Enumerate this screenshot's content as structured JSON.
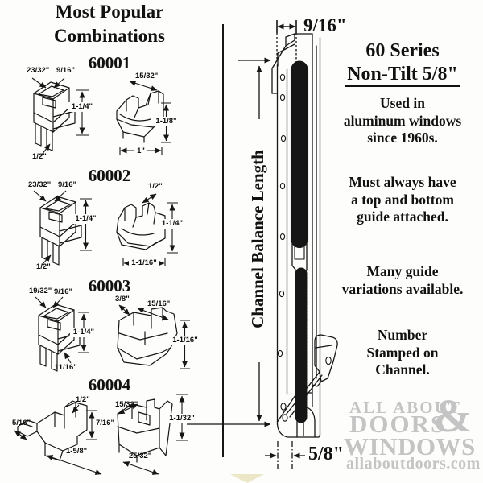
{
  "page": {
    "background": "#fdfdfb",
    "line_color": "#161616"
  },
  "left_panel": {
    "title": {
      "line1": "Most Popular",
      "line2": "Combinations"
    },
    "combos": [
      {
        "part_number": "60001",
        "dims": {
          "d1": "23/32\"",
          "d2": "9/16\"",
          "d3": "1-1/4\"",
          "d4": "1/2\"",
          "d5": "15/32\"",
          "d6": "1-1/8\"",
          "d7": "1\""
        }
      },
      {
        "part_number": "60002",
        "dims": {
          "d1": "23/32\"",
          "d2": "9/16\"",
          "d3": "1-1/4\"",
          "d4": "1/2\"",
          "d5": "1/2\"",
          "d6": "1-1/4\"",
          "d7": "1-1/16\""
        }
      },
      {
        "part_number": "60003",
        "dims": {
          "d1": "19/32\"",
          "d2": "9/16\"",
          "d3": "1-1/4\"",
          "d4": "11/16\"",
          "d5": "3/8\"",
          "d6": "1-1/16\"",
          "d7": "15/16\""
        }
      },
      {
        "part_number": "60004",
        "dims": {
          "d1": "1/2\"",
          "d2": "5/16\"",
          "d3": "7/16\"",
          "d4": "1-5/8\"",
          "d5": "15/32\"",
          "d6": "1-1/32\"",
          "d7": "25/32\""
        }
      }
    ]
  },
  "diagram": {
    "top_width": "9/16\"",
    "length_label": "Channel Balance Length",
    "bottom_width": "5/8\""
  },
  "header": {
    "series": "60 Series",
    "model": "Non-Tilt 5/8\""
  },
  "info_panel": {
    "notes": [
      {
        "lines": [
          "Used in",
          "aluminum windows",
          "since 1960s."
        ]
      },
      {
        "lines": [
          "Must always have",
          "a top and bottom",
          "guide attached."
        ]
      },
      {
        "lines": [
          "Many guide",
          "variations available."
        ]
      },
      {
        "lines": [
          "Number",
          "Stamped on",
          "Channel."
        ]
      }
    ]
  },
  "branding": {
    "top": "ALL ABOUT",
    "mid": "DOORS",
    "amp": "&",
    "bottom": "WINDOWS",
    "url": "allaboutdoors.com",
    "color": "#c4c4c4"
  }
}
